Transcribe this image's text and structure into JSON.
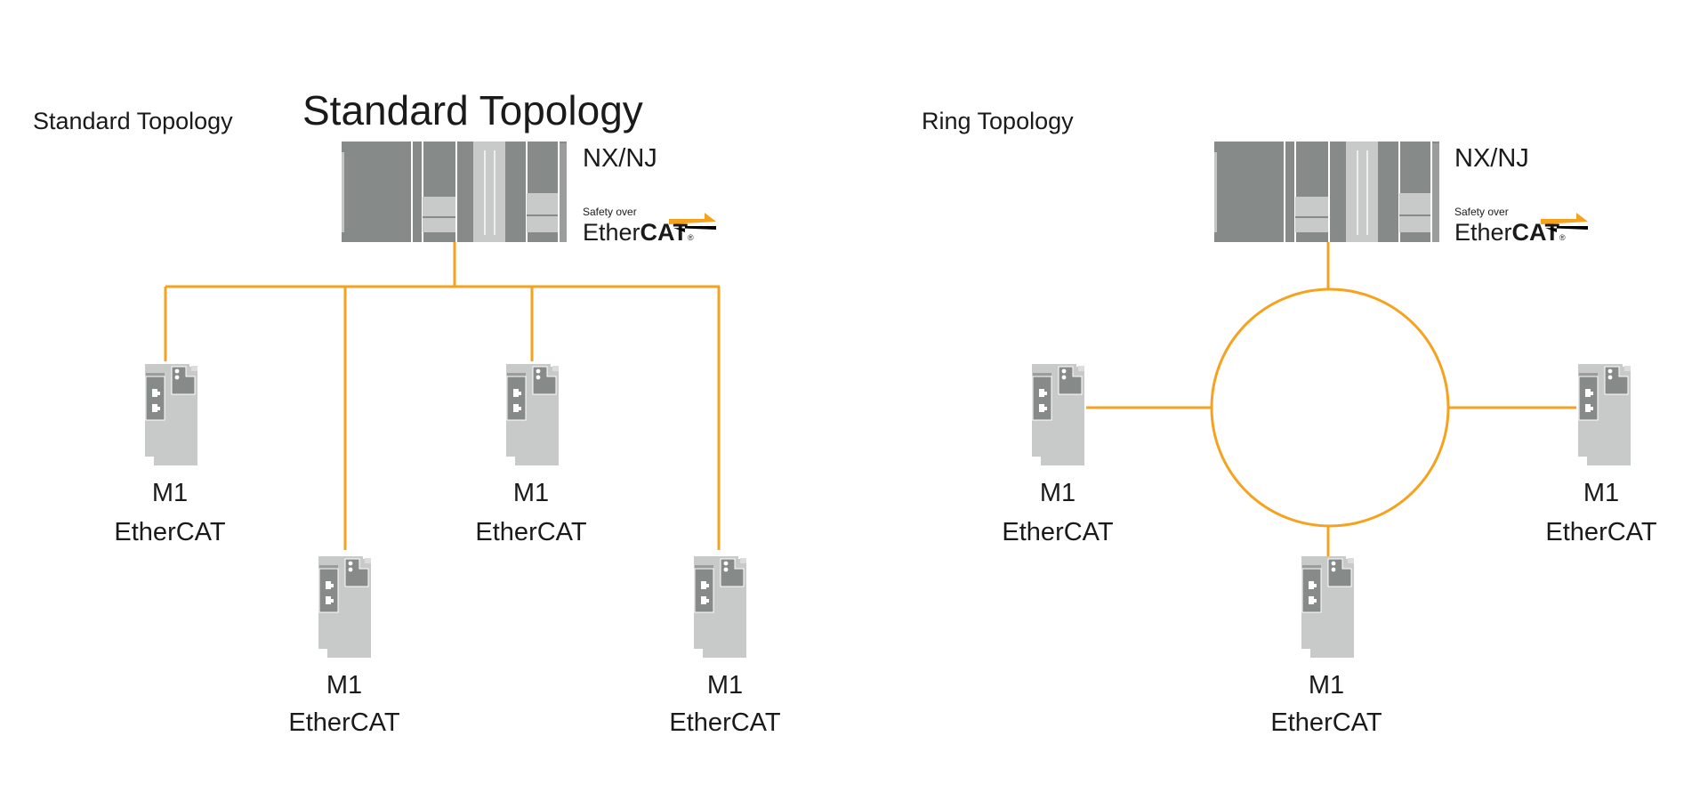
{
  "standard": {
    "label": "Standard Topology",
    "title": "Standard Topology",
    "controller": "NX/NJ",
    "logo": {
      "line1": "Safety over",
      "ether": "Ether",
      "cat": "CAT",
      "reg": "®"
    },
    "devices": [
      {
        "name": "M1",
        "bus": "EtherCAT"
      },
      {
        "name": "M1",
        "bus": "EtherCAT"
      },
      {
        "name": "M1",
        "bus": "EtherCAT"
      },
      {
        "name": "M1",
        "bus": "EtherCAT"
      }
    ]
  },
  "ring": {
    "label": "Ring Topology",
    "controller": "NX/NJ",
    "logo": {
      "line1": "Safety over",
      "ether": "Ether",
      "cat": "CAT",
      "reg": "®"
    },
    "devices": [
      {
        "name": "M1",
        "bus": "EtherCAT"
      },
      {
        "name": "M1",
        "bus": "EtherCAT"
      },
      {
        "name": "M1",
        "bus": "EtherCAT"
      }
    ]
  },
  "colors": {
    "link": "#F5A21E",
    "device_light": "#C8C9C9",
    "device_dark": "#868A89"
  }
}
